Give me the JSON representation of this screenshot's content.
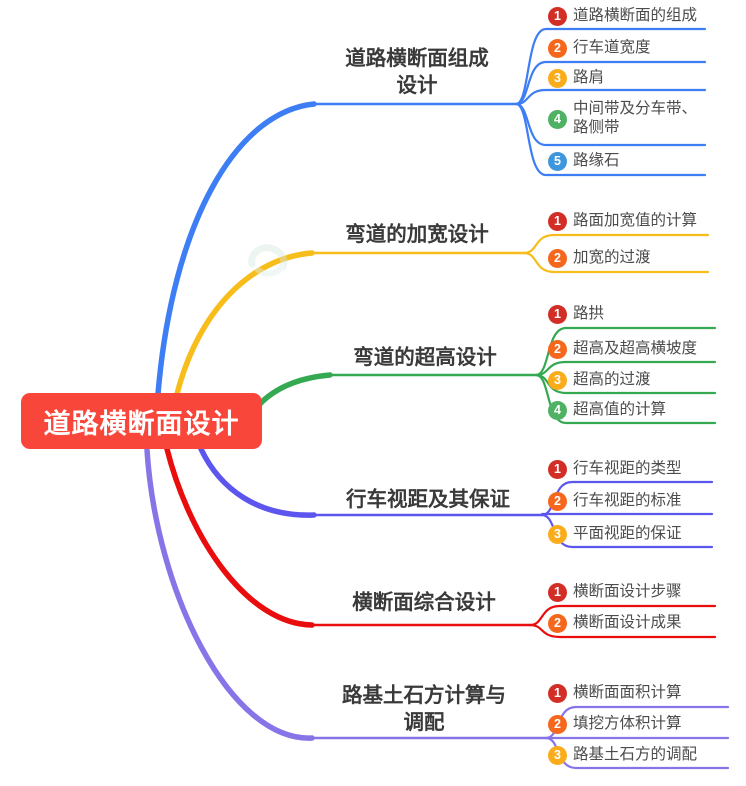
{
  "root": {
    "label": "道路横断面设计",
    "bg_color": "#f8473a",
    "text_color": "#ffffff"
  },
  "badge_palette": [
    "#d22e26",
    "#f4671d",
    "#faac1b",
    "#4fb163",
    "#3e96dc"
  ],
  "watermark": {
    "icon": "faint-swirl-logo",
    "color": "#d8e9e2"
  },
  "branches": [
    {
      "label": "道路横断面组成设计",
      "color": "#3d7ef5",
      "children": [
        {
          "num": "1",
          "text": "道路横断面的组成"
        },
        {
          "num": "2",
          "text": "行车道宽度"
        },
        {
          "num": "3",
          "text": "路肩"
        },
        {
          "num": "4",
          "text": "中间带及分车带、路侧带"
        },
        {
          "num": "5",
          "text": "路缘石"
        }
      ]
    },
    {
      "label": "弯道的加宽设计",
      "color": "#f7bd1a",
      "children": [
        {
          "num": "1",
          "text": "路面加宽值的计算"
        },
        {
          "num": "2",
          "text": "加宽的过渡"
        }
      ]
    },
    {
      "label": "弯道的超高设计",
      "color": "#35a852",
      "children": [
        {
          "num": "1",
          "text": "路拱"
        },
        {
          "num": "2",
          "text": "超高及超高横坡度"
        },
        {
          "num": "3",
          "text": "超高的过渡"
        },
        {
          "num": "4",
          "text": "超高值的计算"
        }
      ]
    },
    {
      "label": "行车视距及其保证",
      "color": "#5c56ee",
      "children": [
        {
          "num": "1",
          "text": "行车视距的类型"
        },
        {
          "num": "2",
          "text": "行车视距的标准"
        },
        {
          "num": "3",
          "text": "平面视距的保证"
        }
      ]
    },
    {
      "label": "横断面综合设计",
      "color": "#e90d0d",
      "children": [
        {
          "num": "1",
          "text": "横断面设计步骤"
        },
        {
          "num": "2",
          "text": "横断面设计成果"
        }
      ]
    },
    {
      "label": "路基土石方计算与调配",
      "color": "#8775e8",
      "children": [
        {
          "num": "1",
          "text": "横断面面积计算"
        },
        {
          "num": "2",
          "text": "填挖方体积计算"
        },
        {
          "num": "3",
          "text": "路基土石方的调配"
        }
      ]
    }
  ]
}
